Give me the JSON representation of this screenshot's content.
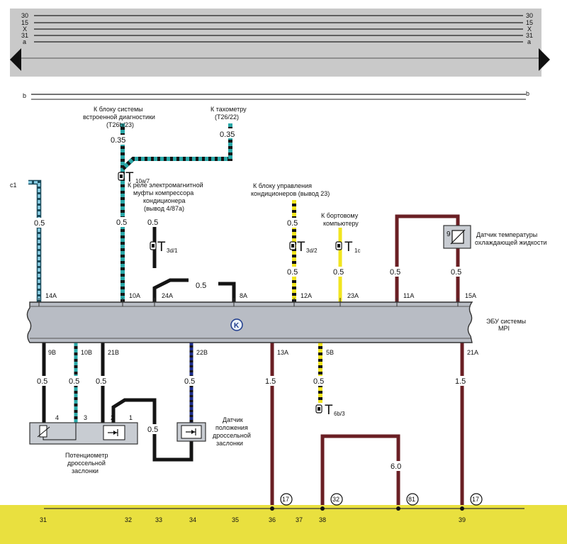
{
  "bus_labels": {
    "top": [
      "30",
      "15",
      "X",
      "31",
      "a"
    ],
    "b": "b"
  },
  "grid_numbers": [
    "31",
    "32",
    "33",
    "34",
    "35",
    "36",
    "37",
    "38",
    "39"
  ],
  "ecu": {
    "label_line1": "ЭБУ системы",
    "label_line2": "MPI",
    "badge": "K"
  },
  "top_pins": [
    "14A",
    "10A",
    "24A",
    "8A",
    "12A",
    "23A",
    "11A",
    "15A"
  ],
  "bottom_pins": [
    "9B",
    "10B",
    "21B",
    "22B",
    "13A",
    "5B",
    "21A"
  ],
  "wire_gauges": {
    "c1": "0.5",
    "diag_upper": "0.35",
    "tacho": "0.35",
    "diag_lower": "0.5",
    "relay": "0.5",
    "pin8a": "0.5",
    "ac": "0.5",
    "ac_lower": "0.5",
    "board": "0.5",
    "red11a": "0.5",
    "sensor15a": "0.5",
    "g9b": "0.5",
    "g10b": "0.5",
    "g21b": "0.5",
    "g22b": "0.5",
    "g13a": "1.5",
    "g5b": "0.5",
    "g21a": "1.5",
    "loop": "0.5",
    "ground_loop": "6.0"
  },
  "labels": {
    "c1": "c1",
    "diag_line1": "К блоку системы",
    "diag_line2": "встроенной диагностики",
    "diag_line3": "(T26b/23)",
    "tacho_line1": "К тахометру",
    "tacho_line2": "(T26/22)",
    "relay_line1": "К реле электромагнитной",
    "relay_line2": "муфты компрессора",
    "relay_line3": "кондиционера",
    "relay_line4": "(вывод 4/87а)",
    "ac_line1": "К блоку управления",
    "ac_line2": "кондиционеров (вывод 23)",
    "board_line1": "К бортовому",
    "board_line2": "компьютеру",
    "temp_line1": "Датчик температуры",
    "temp_line2": "охлаждающей жидкости",
    "temp_num": "9",
    "pot_line1": "Потенциометр",
    "pot_line2": "дроссельной",
    "pot_line3": "заслонки",
    "tps_line1": "Датчик",
    "tps_line2": "положения",
    "tps_line3": "дроссельной",
    "tps_line4": "заслонки",
    "pot_pins": [
      "4",
      "3",
      "2",
      "1"
    ]
  },
  "connectors": {
    "t10a": {
      "main": "T",
      "sub": "10a/7"
    },
    "t3d1": {
      "main": "T",
      "sub": "3d/1"
    },
    "t3d2": {
      "main": "T",
      "sub": "3d/2"
    },
    "t1c": {
      "main": "T",
      "sub": "1c"
    },
    "t6b3": {
      "main": "T",
      "sub": "6b/3"
    }
  },
  "ground_refs": [
    "17",
    "32",
    "81",
    "17"
  ],
  "colors": {
    "bus_band": "#c9c9c9",
    "ecu_body": "#b8bcc4",
    "bottom_strip": "#e9e03f",
    "teal": "#2aa8a8",
    "black": "#141414",
    "yellow": "#f1e51f",
    "red": "#6a1f24",
    "blue": "#1c2c8c",
    "lightblue": "#89cfe6"
  }
}
